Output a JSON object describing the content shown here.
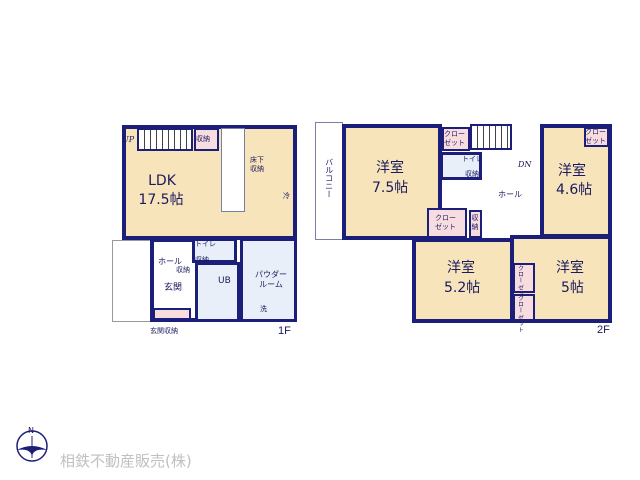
{
  "floor1": {
    "label": "1F",
    "ldk": {
      "name": "LDK",
      "size": "17.5帖"
    },
    "stairs_up": "UP",
    "storage": "収納",
    "underfloor_storage": "床下\n収納",
    "fridge": "冷",
    "hall": "ホール",
    "hall_storage": "収納",
    "toilet": "トイレ",
    "toilet_storage": "収納",
    "entrance": "玄関",
    "bath": "UB",
    "powder_room": "パウダー\nルーム",
    "washer": "洗",
    "entrance_storage": "玄関収納"
  },
  "floor2": {
    "label": "2F",
    "balcony": "バルコニー",
    "room_a": {
      "name": "洋室",
      "size": "7.5帖"
    },
    "room_b": {
      "name": "洋室",
      "size": "4.6帖"
    },
    "room_c": {
      "name": "洋室",
      "size": "5.2帖"
    },
    "room_d": {
      "name": "洋室",
      "size": "5帖"
    },
    "closet": "クロー\nゼット",
    "closet_vertical": "クロー ゼット",
    "toilet": "トイレ",
    "toilet_storage": "収納",
    "storage": "収納",
    "hall": "ホール",
    "stairs_down": "DN"
  },
  "footer": {
    "compass_letter": "N",
    "company": "相鉄不動産販売(株)"
  }
}
